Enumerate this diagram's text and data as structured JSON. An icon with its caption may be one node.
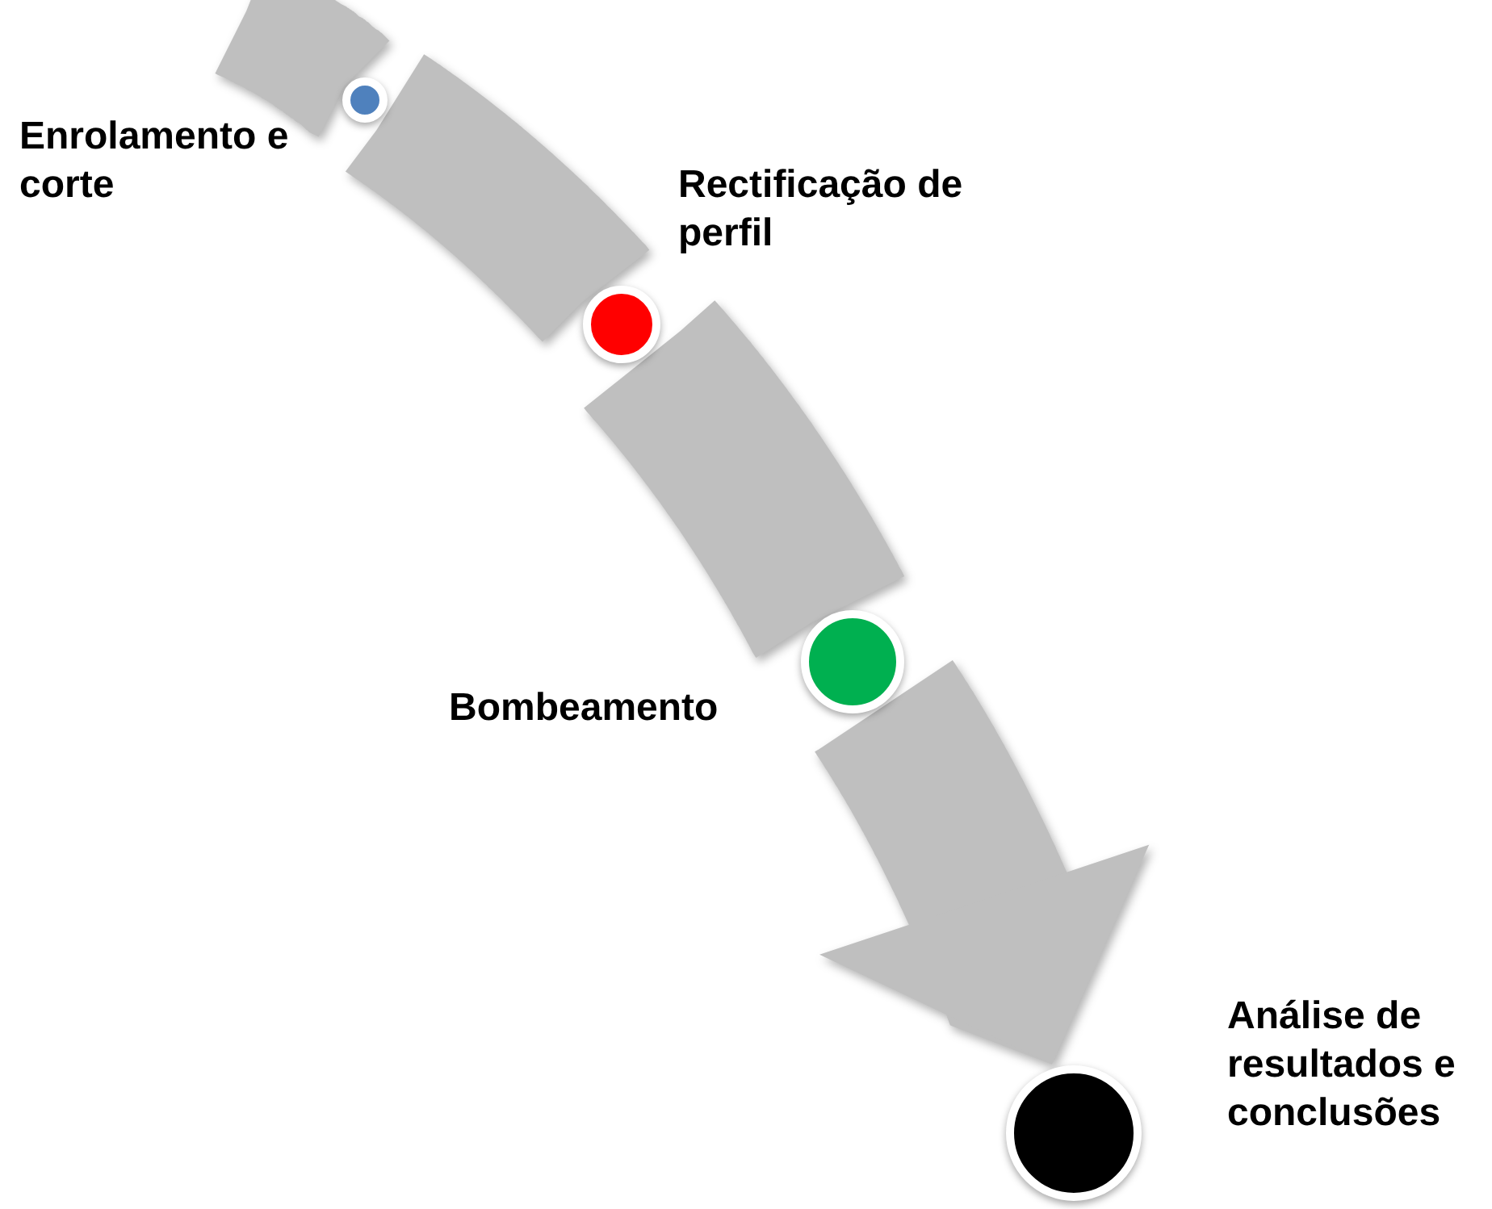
{
  "diagram": {
    "nodes": [
      {
        "text": [
          "Enrolamento e corte"
        ]
      },
      {
        "text": [
          "Rectificação de perfil"
        ]
      },
      {
        "text": [
          "Bombeamento"
        ]
      },
      {
        "text": [
          "Análise de resultados e conclusões"
        ]
      }
    ],
    "edges": [
      {
        "from": null,
        "to": 0,
        "arrow": "none"
      },
      {
        "from": 0,
        "to": 1,
        "arrow": "none"
      },
      {
        "from": 1,
        "to": 2,
        "arrow": "none"
      },
      {
        "from": 2,
        "to": 3,
        "arrow": "to"
      }
    ]
  }
}
